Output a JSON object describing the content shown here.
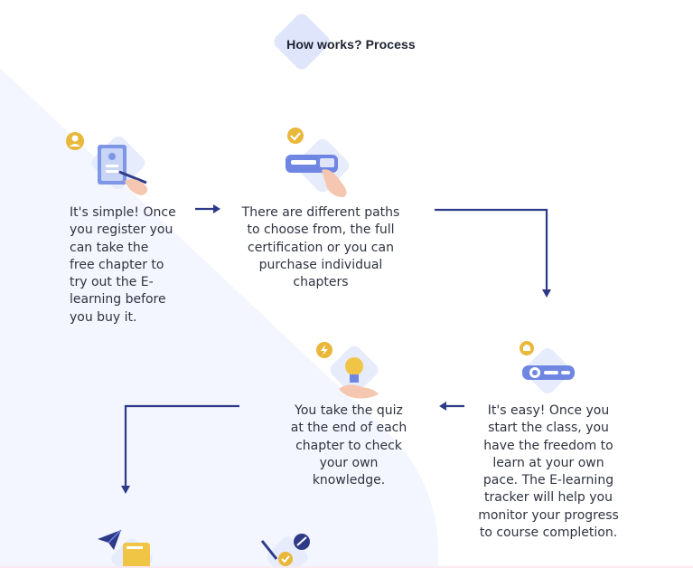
{
  "title": "How works? Process",
  "colors": {
    "accent_blue": "#2e3a87",
    "icon_blue": "#6f86e3",
    "pale_blue": "#dfe6fb",
    "badge_yellow": "#e9b83a",
    "skin": "#f6c7b0"
  },
  "steps": [
    {
      "icon": "document-user-icon",
      "badge": "user-badge-icon",
      "text": "It's simple! Once you register you can take the free chapter to try out the E-learning before you buy it."
    },
    {
      "icon": "card-touch-icon",
      "badge": "check-badge-icon",
      "text": "There are different paths to choose from, the full certification or you can purchase individual chapters"
    },
    {
      "icon": "progress-tracker-icon",
      "badge": "bell-badge-icon",
      "text": "It's easy! Once you start the class, you have the freedom to learn at your own pace. The E-learning tracker will help you monitor your progress to course completion."
    },
    {
      "icon": "lightbulb-hand-icon",
      "badge": "lightning-badge-icon",
      "text": "You take the quiz at the end of each chapter to check your own knowledge."
    },
    {
      "icon": "paper-plane-document-icon",
      "badge": "",
      "text": ""
    },
    {
      "icon": "pen-check-icon",
      "badge": "",
      "text": ""
    }
  ]
}
